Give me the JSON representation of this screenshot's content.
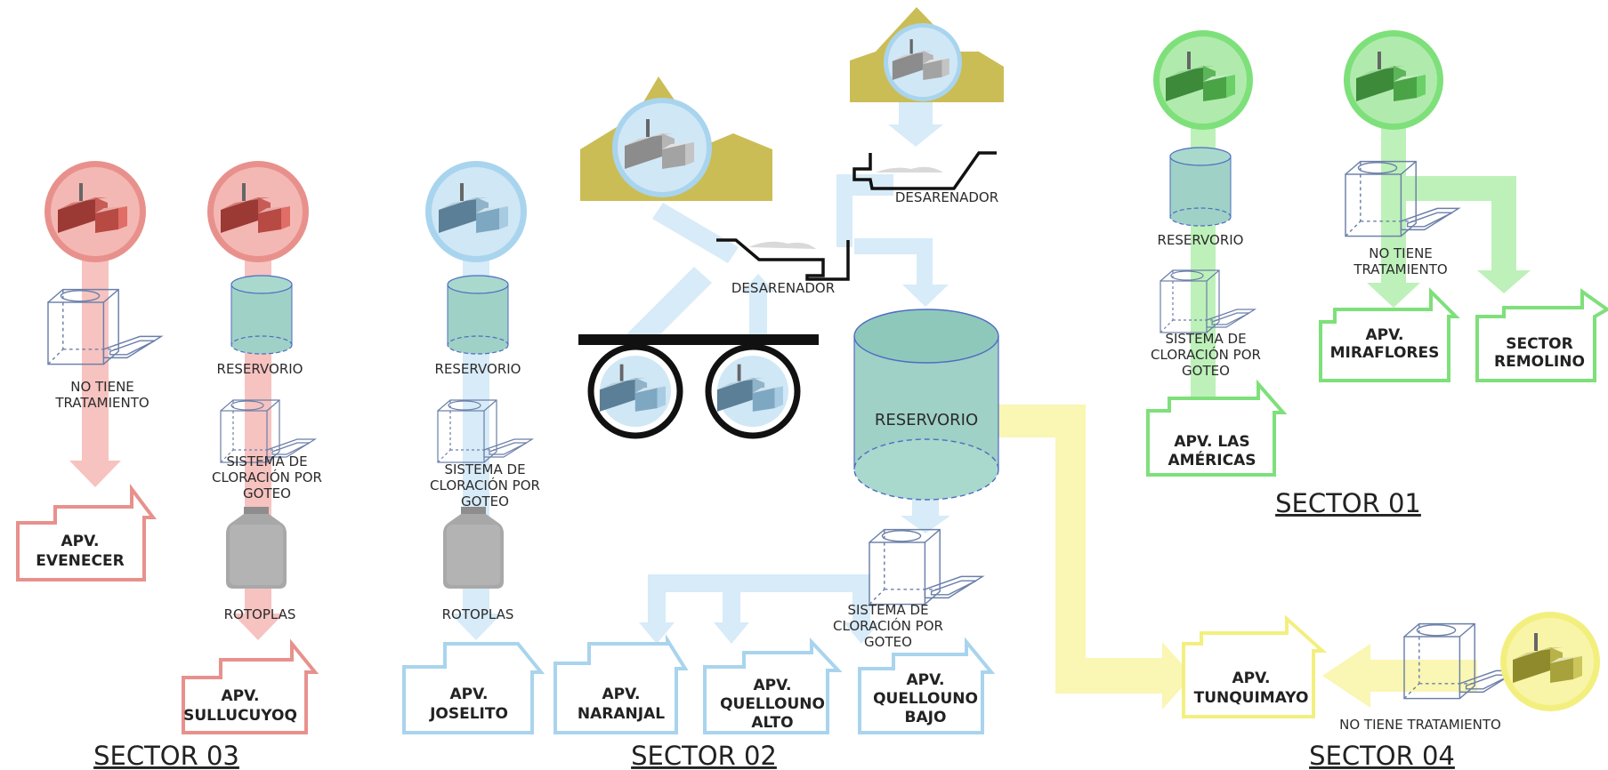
{
  "colors": {
    "red": "#e8918c",
    "red_light": "#f6c3c0",
    "blue": "#a9d4ee",
    "blue_light": "#d7ebf8",
    "green": "#7ee07a",
    "green_light": "#bdf1b9",
    "yellow": "#f3ef7f",
    "yellow_light": "#faf6b3",
    "teal": "#9fd1c6",
    "mountain": "#cbbd55"
  },
  "icons": {
    "intake": "water-intake-icon",
    "tank": "reservoir-tank-icon",
    "chlorination": "chlorination-box-icon",
    "rotoplas": "rotoplas-tank-icon",
    "desander": "desander-profile-icon"
  },
  "labels": {
    "reservorio": "RESERVORIO",
    "reservorio_main": "RESERVORIO",
    "no_tiene_1": "NO TIENE",
    "no_tiene_2": "TRATAMIENTO",
    "no_tiene_full": "NO TIENE TRATAMIENTO",
    "sistema_1": "SISTEMA DE",
    "sistema_2": "CLORACIÓN POR",
    "sistema_3": "GOTEO",
    "rotoplas": "ROTOPLAS",
    "desarenador": "DESARENADOR"
  },
  "houses": {
    "evenecer": [
      "APV.",
      "EVENECER"
    ],
    "sullucuyoq": [
      "APV.",
      "SULLUCUYOQ"
    ],
    "joselito": [
      "APV.",
      "JOSELITO"
    ],
    "naranjal": [
      "APV.",
      "NARANJAL"
    ],
    "quelluono_alto": [
      "APV.",
      "QUELLOUNO",
      "ALTO"
    ],
    "quelluono_bajo": [
      "APV.",
      "QUELLOUNO",
      "BAJO"
    ],
    "las_americas": [
      "APV. LAS",
      "AMÉRICAS"
    ],
    "miraflores": [
      "APV.",
      "MIRAFLORES"
    ],
    "remolino": [
      "SECTOR",
      "REMOLINO"
    ],
    "tunquimayo": [
      "APV.",
      "TUNQUIMAYO"
    ]
  },
  "sectors": {
    "s01": "SECTOR 01",
    "s02": "SECTOR 02",
    "s03": "SECTOR 03",
    "s04": "SECTOR 04"
  }
}
